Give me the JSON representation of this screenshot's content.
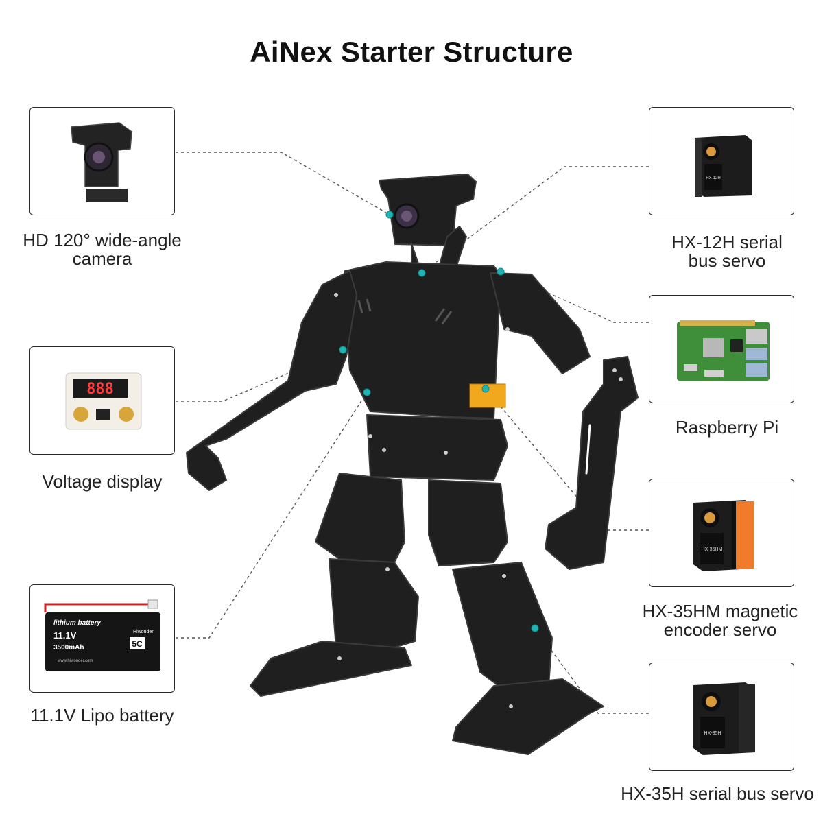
{
  "title": "AiNex Starter Structure",
  "components": {
    "camera": {
      "label_line1": "HD 120° wide-angle",
      "label_line2": "camera",
      "icon": "camera-icon"
    },
    "voltage": {
      "label": "Voltage display",
      "display_value": "888",
      "icon": "voltage-display-icon"
    },
    "battery": {
      "label": "11.1V Lipo battery",
      "icon": "lipo-battery-icon",
      "brand": "lithium battery",
      "voltage": "11.1V",
      "capacity": "3500mAh",
      "rate": "5C",
      "maker": "Hiwonder",
      "site": "www.hiwonder.com"
    },
    "servo_12h": {
      "label_line1": "HX-12H serial",
      "label_line2": "bus servo",
      "icon": "servo-icon",
      "model": "HX-12H"
    },
    "raspberry": {
      "label": "Raspberry Pi",
      "icon": "raspberry-pi-icon"
    },
    "servo_35hm": {
      "label_line1": "HX-35HM magnetic",
      "label_line2": "encoder servo",
      "icon": "servo-icon",
      "model": "HX-35HM"
    },
    "servo_35h": {
      "label": "HX-35H serial bus servo",
      "icon": "servo-icon",
      "model": "HX-35H"
    }
  },
  "colors": {
    "robot": "#1f1f1f",
    "robot_edge": "#3a3a3a",
    "accent_marker": "#1fb5b5",
    "battery_yellow": "#f2a81d",
    "servo_orange": "#f07b2a",
    "pi_green": "#3f8f3a",
    "leader": "#555555"
  }
}
